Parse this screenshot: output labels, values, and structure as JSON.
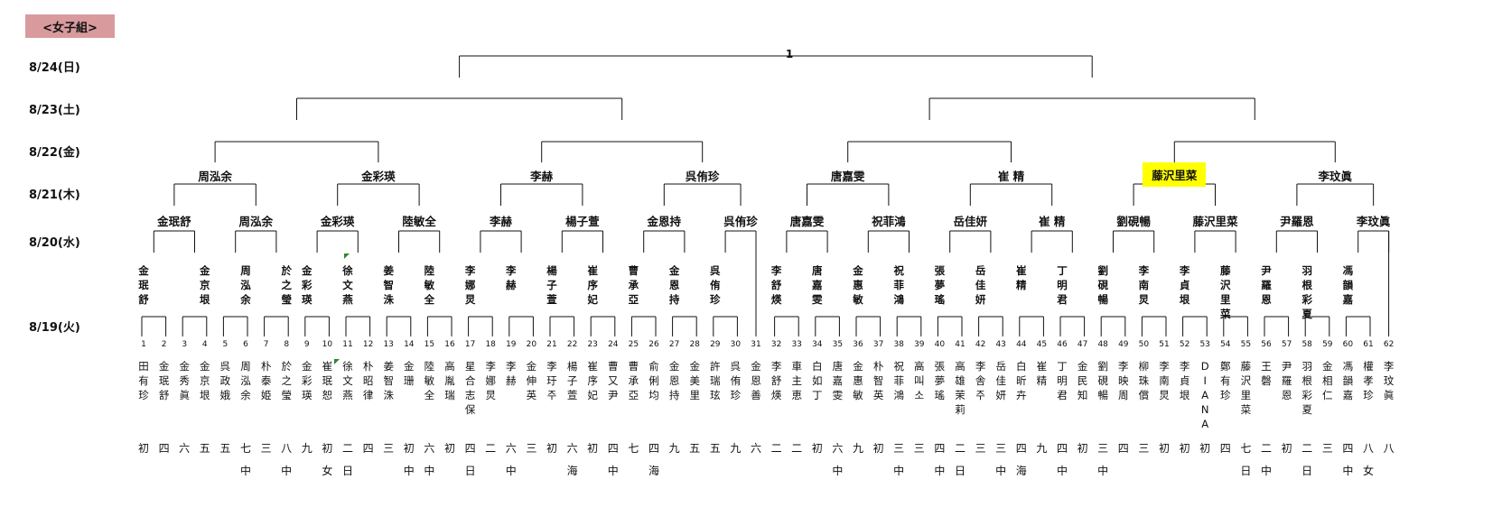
{
  "title": "<女子組>",
  "dates": [
    "8/24(日)",
    "8/23(土)",
    "8/22(金)",
    "8/21(木)",
    "8/20(水)",
    "8/19(火)"
  ],
  "final_label": "1",
  "highlight_color": "#ffff00",
  "players": [
    {
      "no": "1",
      "name": "田有珍",
      "grade": "初",
      "school": ""
    },
    {
      "no": "2",
      "name": "金珉舒",
      "grade": "四",
      "school": ""
    },
    {
      "no": "3",
      "name": "金秀眞",
      "grade": "六",
      "school": ""
    },
    {
      "no": "4",
      "name": "金京垠",
      "grade": "五",
      "school": ""
    },
    {
      "no": "5",
      "name": "呉政娥",
      "grade": "五",
      "school": ""
    },
    {
      "no": "6",
      "name": "周泓余",
      "grade": "七",
      "school": "中"
    },
    {
      "no": "7",
      "name": "朴泰姫",
      "grade": "三",
      "school": ""
    },
    {
      "no": "8",
      "name": "於之瑩",
      "grade": "八",
      "school": "中"
    },
    {
      "no": "9",
      "name": "金彩瑛",
      "grade": "九",
      "school": ""
    },
    {
      "no": "10",
      "name": "崔珉恕",
      "grade": "初",
      "school": "女"
    },
    {
      "no": "11",
      "name": "徐文燕",
      "grade": "二",
      "school": "日"
    },
    {
      "no": "12",
      "name": "朴昭律",
      "grade": "四",
      "school": ""
    },
    {
      "no": "13",
      "name": "姜智洙",
      "grade": "三",
      "school": ""
    },
    {
      "no": "14",
      "name": "金珊",
      "grade": "初",
      "school": "中"
    },
    {
      "no": "15",
      "name": "陸敏全",
      "grade": "六",
      "school": "中"
    },
    {
      "no": "16",
      "name": "高胤瑞",
      "grade": "初",
      "school": ""
    },
    {
      "no": "17",
      "name": "星合志保",
      "grade": "四",
      "school": "日"
    },
    {
      "no": "18",
      "name": "李娜炅",
      "grade": "二",
      "school": ""
    },
    {
      "no": "19",
      "name": "李赫",
      "grade": "六",
      "school": "中"
    },
    {
      "no": "20",
      "name": "金伸英",
      "grade": "三",
      "school": ""
    },
    {
      "no": "21",
      "name": "李玗주",
      "grade": "初",
      "school": ""
    },
    {
      "no": "22",
      "name": "楊子萱",
      "grade": "六",
      "school": "海"
    },
    {
      "no": "23",
      "name": "崔序妃",
      "grade": "初",
      "school": ""
    },
    {
      "no": "24",
      "name": "曹又尹",
      "grade": "四",
      "school": "中"
    },
    {
      "no": "25",
      "name": "曹承亞",
      "grade": "七",
      "school": ""
    },
    {
      "no": "26",
      "name": "俞俐均",
      "grade": "四",
      "school": "海"
    },
    {
      "no": "27",
      "name": "金恩持",
      "grade": "九",
      "school": ""
    },
    {
      "no": "28",
      "name": "金美里",
      "grade": "五",
      "school": ""
    },
    {
      "no": "29",
      "name": "許瑞玹",
      "grade": "五",
      "school": ""
    },
    {
      "no": "30",
      "name": "呉侑珍",
      "grade": "九",
      "school": ""
    },
    {
      "no": "31",
      "name": "金恩善",
      "grade": "六",
      "school": ""
    },
    {
      "no": "32",
      "name": "李舒煐",
      "grade": "二",
      "school": ""
    },
    {
      "no": "33",
      "name": "車主恵",
      "grade": "二",
      "school": ""
    },
    {
      "no": "34",
      "name": "白如丁",
      "grade": "初",
      "school": ""
    },
    {
      "no": "35",
      "name": "唐嘉雯",
      "grade": "六",
      "school": "中"
    },
    {
      "no": "36",
      "name": "金惠敏",
      "grade": "九",
      "school": ""
    },
    {
      "no": "37",
      "name": "朴智英",
      "grade": "初",
      "school": ""
    },
    {
      "no": "38",
      "name": "祝菲鴻",
      "grade": "三",
      "school": "中"
    },
    {
      "no": "39",
      "name": "高叫소",
      "grade": "三",
      "school": ""
    },
    {
      "no": "40",
      "name": "張夢瑤",
      "grade": "四",
      "school": "中"
    },
    {
      "no": "41",
      "name": "高雄茉莉",
      "grade": "二",
      "school": "日"
    },
    {
      "no": "42",
      "name": "李舎주",
      "grade": "三",
      "school": ""
    },
    {
      "no": "43",
      "name": "岳佳妍",
      "grade": "三",
      "school": "中"
    },
    {
      "no": "44",
      "name": "白昕卉",
      "grade": "四",
      "school": "海"
    },
    {
      "no": "45",
      "name": "崔精",
      "grade": "九",
      "school": ""
    },
    {
      "no": "46",
      "name": "丁明君",
      "grade": "四",
      "school": "中"
    },
    {
      "no": "47",
      "name": "金民知",
      "grade": "初",
      "school": ""
    },
    {
      "no": "48",
      "name": "劉硯暢",
      "grade": "三",
      "school": "中"
    },
    {
      "no": "49",
      "name": "李映周",
      "grade": "四",
      "school": ""
    },
    {
      "no": "50",
      "name": "柳珠償",
      "grade": "三",
      "school": ""
    },
    {
      "no": "51",
      "name": "李南炅",
      "grade": "初",
      "school": ""
    },
    {
      "no": "52",
      "name": "李貞垠",
      "grade": "初",
      "school": ""
    },
    {
      "no": "53",
      "name": "DIANA",
      "grade": "初",
      "school": ""
    },
    {
      "no": "54",
      "name": "鄭有珍",
      "grade": "四",
      "school": ""
    },
    {
      "no": "55",
      "name": "藤沢里菜",
      "grade": "七",
      "school": "日"
    },
    {
      "no": "56",
      "name": "王磬",
      "grade": "二",
      "school": "中"
    },
    {
      "no": "57",
      "name": "尹羅恩",
      "grade": "初",
      "school": ""
    },
    {
      "no": "58",
      "name": "羽根彩夏",
      "grade": "二",
      "school": "日"
    },
    {
      "no": "59",
      "name": "金相仁",
      "grade": "三",
      "school": ""
    },
    {
      "no": "60",
      "name": "馮韻嘉",
      "grade": "四",
      "school": "中"
    },
    {
      "no": "61",
      "name": "權孝珍",
      "grade": "八",
      "school": "女"
    },
    {
      "no": "62",
      "name": "李玟眞",
      "grade": "八",
      "school": ""
    }
  ],
  "round_819_winners": [
    "金珉舒",
    "金京垠",
    "周泓余",
    "於之瑩",
    "金彩瑛",
    "徐文燕",
    "姜智洙",
    "陸敏全",
    "李娜炅",
    "李赫",
    "楊子萱",
    "崔序妃",
    "曹承亞",
    "金恩持",
    "呉侑珍",
    "李舒煐",
    "唐嘉雯",
    "金惠敏",
    "祝菲鴻",
    "張夢瑤",
    "岳佳妍",
    "崔精",
    "丁明君",
    "劉硯暢",
    "李南炅",
    "李貞垠",
    "藤沢里菜",
    "尹羅恩",
    "羽根彩夏",
    "馮韻嘉"
  ],
  "round_820_winners": [
    "金珉舒",
    "周泓余",
    "金彩瑛",
    "陸敏全",
    "李赫",
    "楊子萱",
    "金恩持",
    "呉侑珍",
    "唐嘉雯",
    "祝菲鴻",
    "岳佳妍",
    "崔 精",
    "劉硯暢",
    "藤沢里菜",
    "尹羅恩",
    "李玟眞"
  ],
  "round_821_winners": [
    "周泓余",
    "金彩瑛",
    "李赫",
    "呉侑珍",
    "唐嘉雯",
    "崔 精",
    "藤沢里菜",
    "李玟眞"
  ],
  "highlighted_winner_index": 6
}
